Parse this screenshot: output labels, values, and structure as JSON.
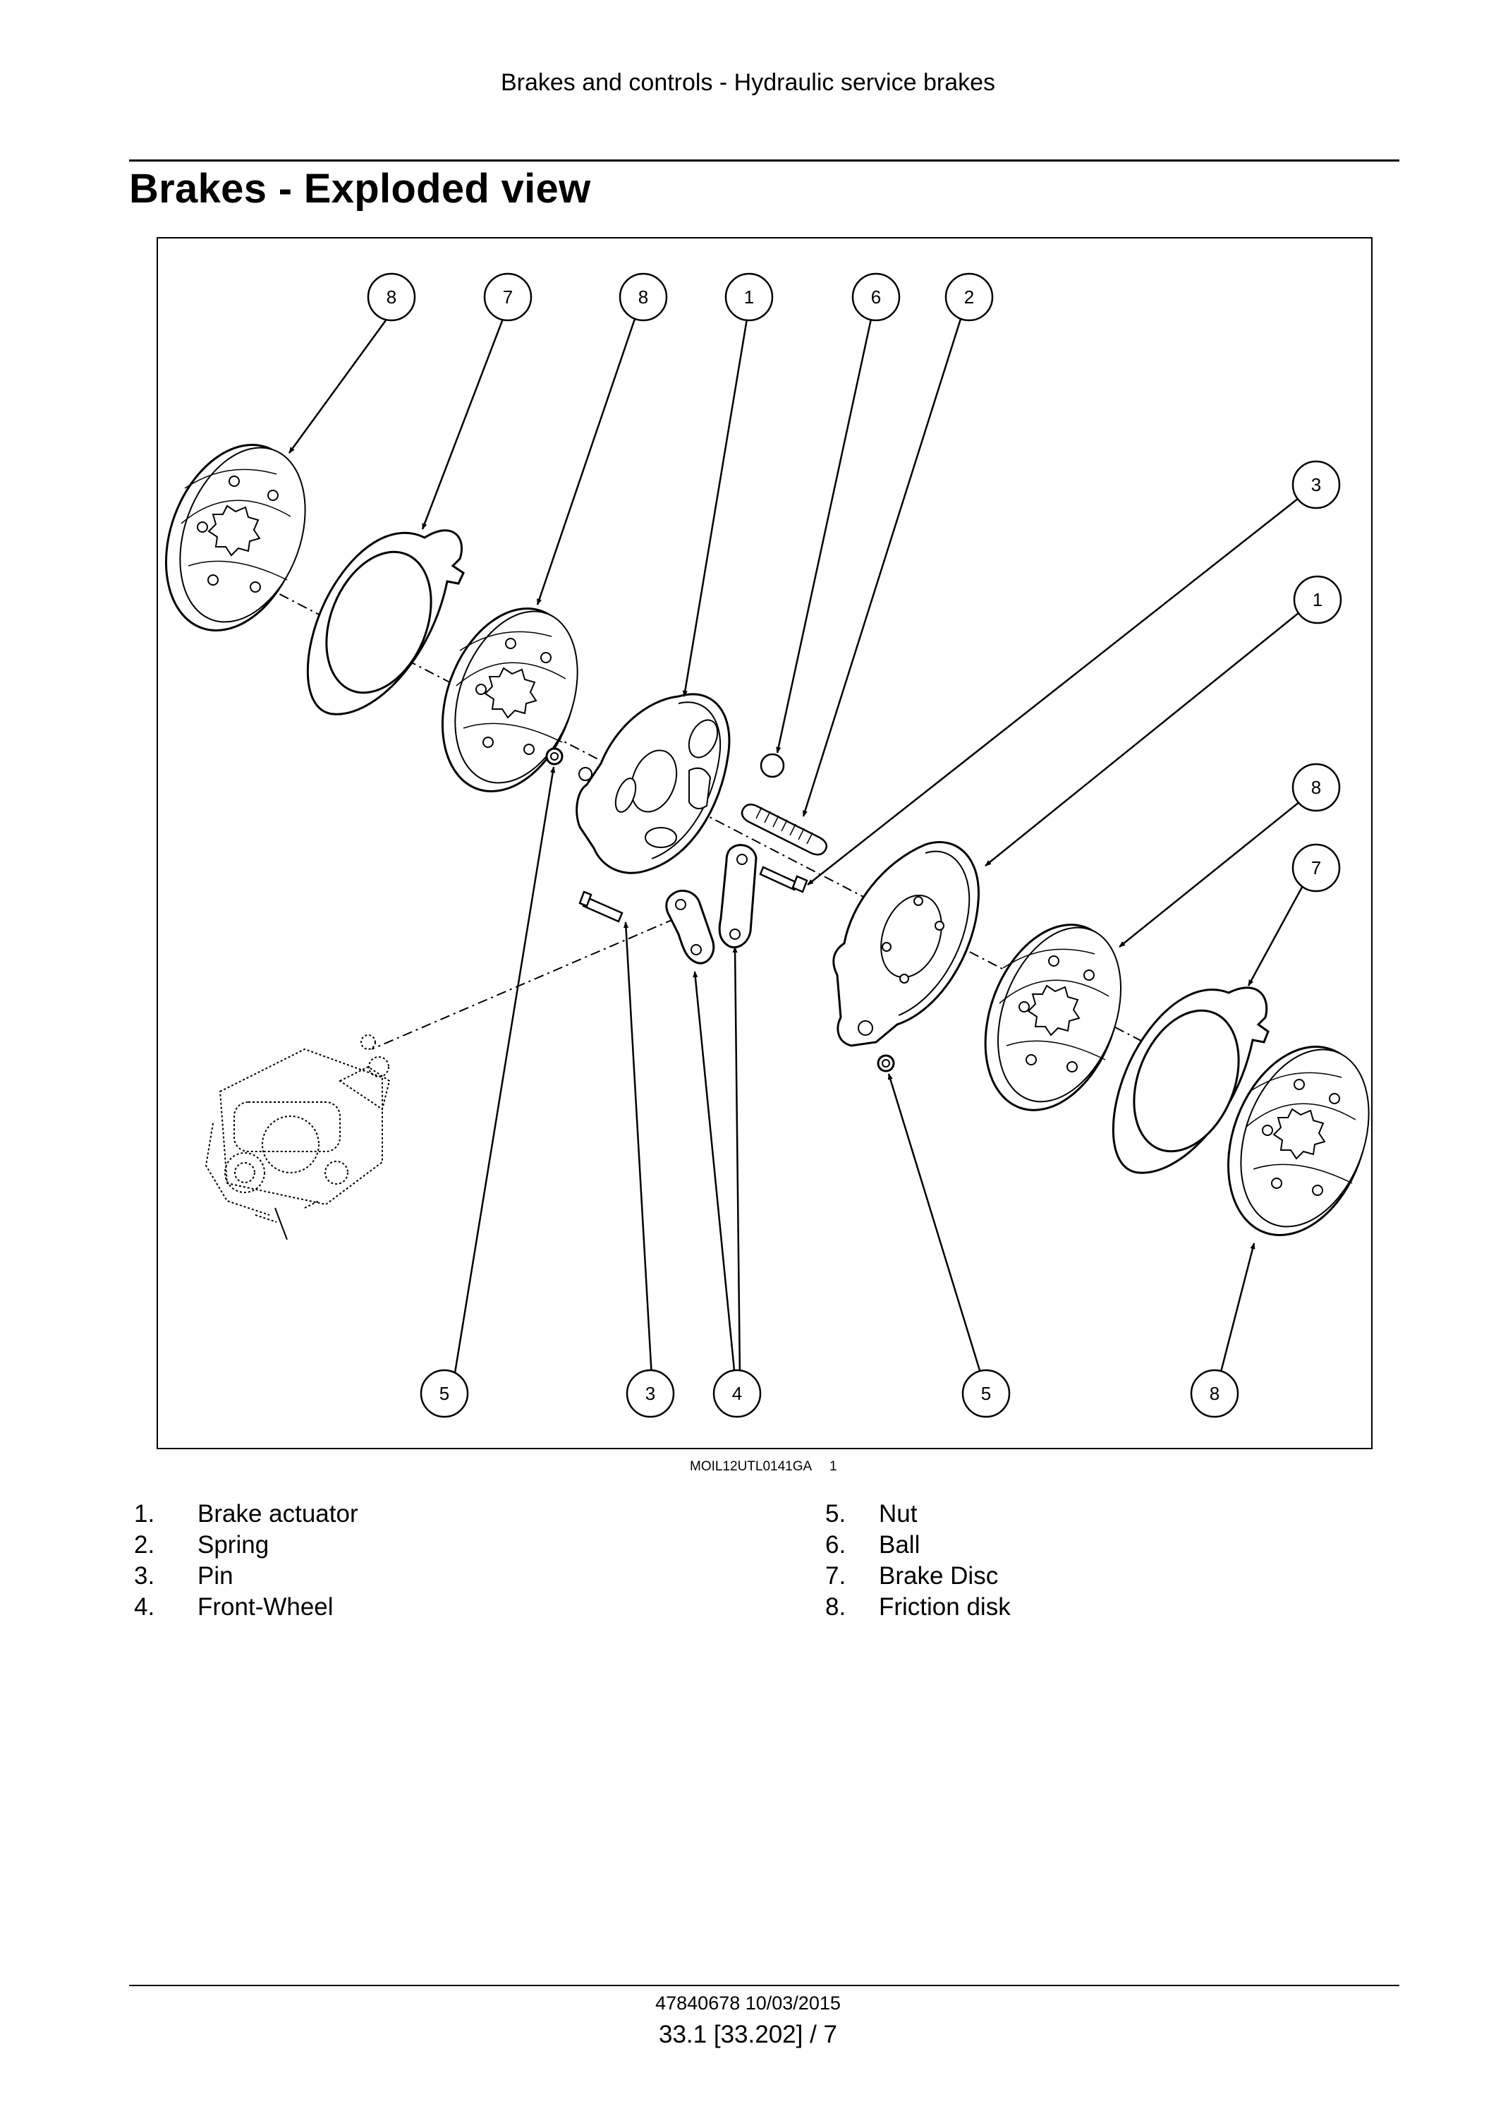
{
  "header": {
    "section": "Brakes and controls - Hydraulic service brakes"
  },
  "title": "Brakes - Exploded view",
  "figure": {
    "id_code": "MOIL12UTL0141GA",
    "number": "1",
    "callouts": [
      "8",
      "7",
      "8",
      "1",
      "6",
      "2",
      "3",
      "1",
      "8",
      "7",
      "5",
      "3",
      "4",
      "5",
      "8"
    ]
  },
  "legend": [
    {
      "num": "1.",
      "label": "Brake actuator"
    },
    {
      "num": "2.",
      "label": "Spring"
    },
    {
      "num": "3.",
      "label": "Pin"
    },
    {
      "num": "4.",
      "label": "Front-Wheel"
    },
    {
      "num": "5.",
      "label": "Nut"
    },
    {
      "num": "6.",
      "label": "Ball"
    },
    {
      "num": "7.",
      "label": "Brake Disc"
    },
    {
      "num": "8.",
      "label": "Friction disk"
    }
  ],
  "footer": {
    "doc": "47840678 10/03/2015",
    "page": "33.1 [33.202] / 7"
  }
}
